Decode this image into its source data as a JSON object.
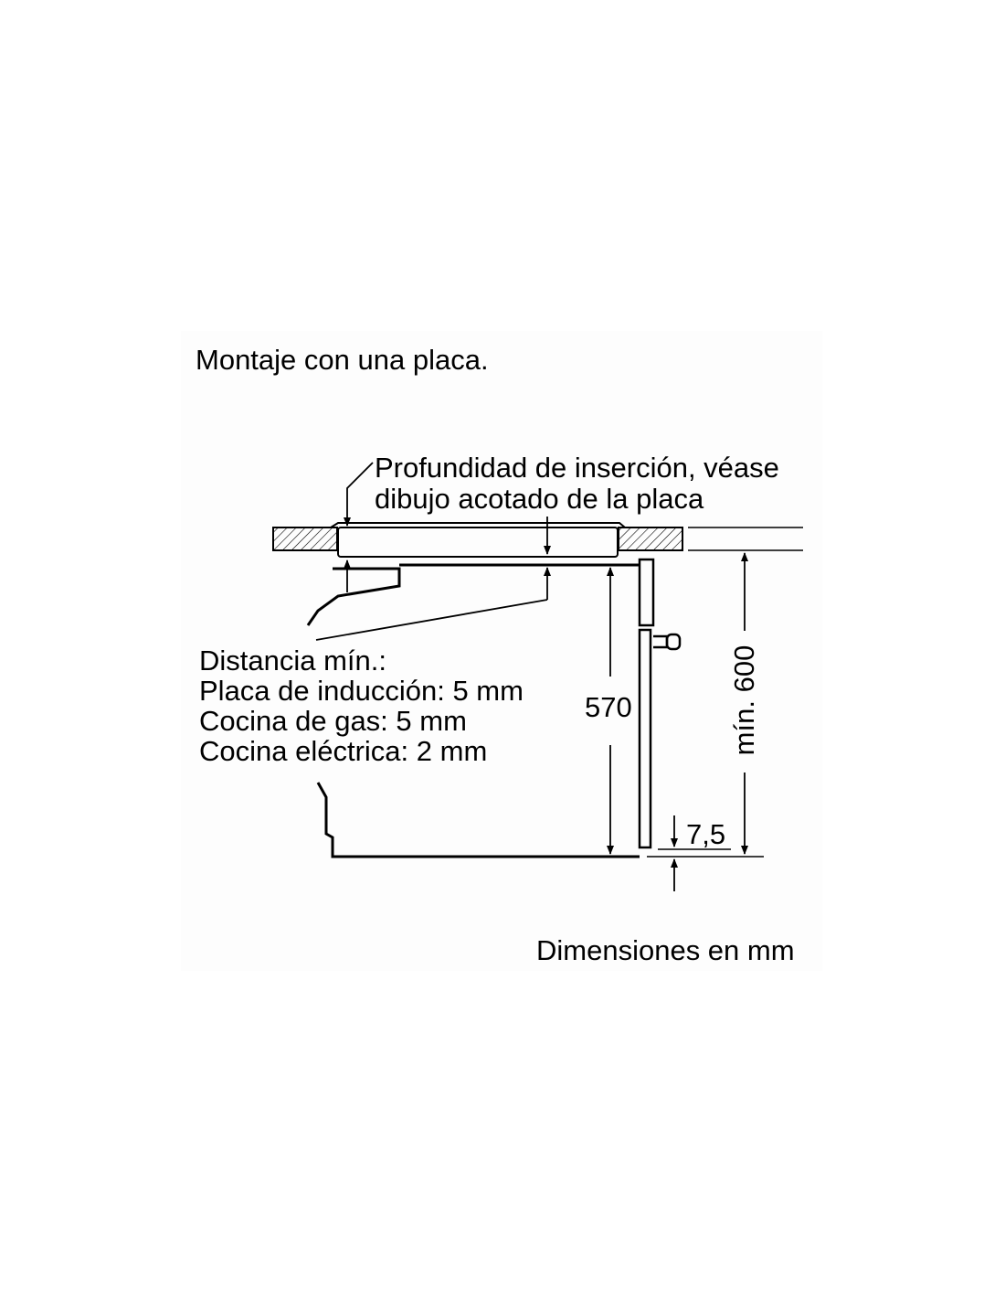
{
  "title": "Montaje con una placa.",
  "hob_label": {
    "line1": "Profundidad de inserción, véase",
    "line2": "dibujo acotado de la placa"
  },
  "distance_label": {
    "heading": "Distancia mín.:",
    "induction": "Placa de inducción: 5 mm",
    "gas": "Cocina de gas: 5 mm",
    "electric": "Cocina eléctrica: 2 mm"
  },
  "dimensions": {
    "niche_height": "570",
    "min_height": "mín. 600",
    "bottom_offset": "7,5"
  },
  "footer": "Dimensiones en mm",
  "colors": {
    "line": "#000000",
    "hatch": "#000000",
    "panel": "#fdfdfd"
  }
}
